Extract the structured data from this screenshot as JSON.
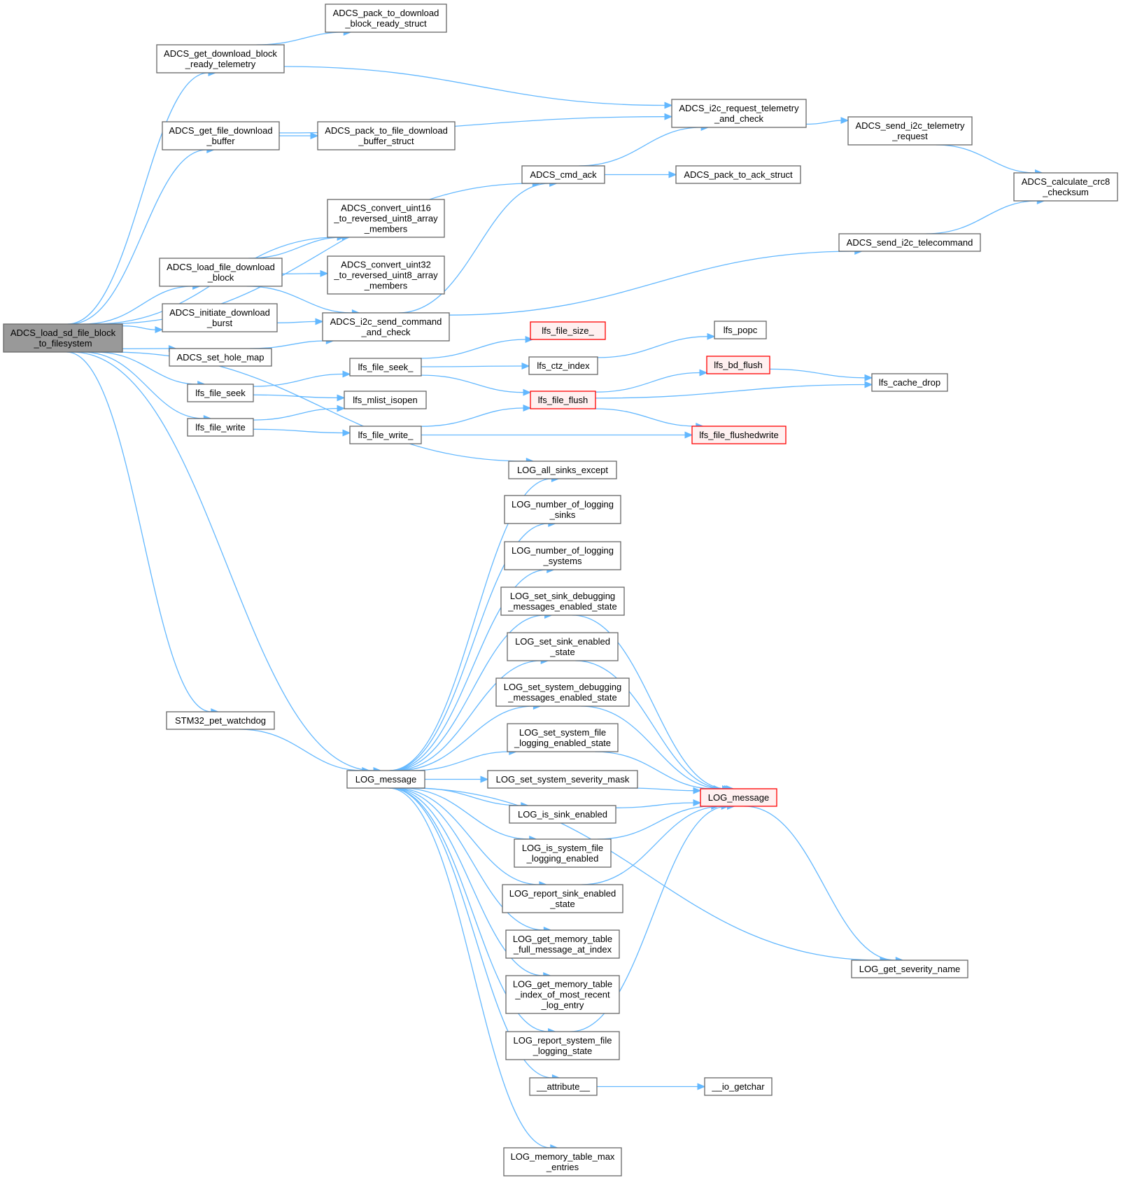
{
  "colors": {
    "edge": "#63b8ff",
    "node_border": "#666666",
    "root_fill": "#999999",
    "truncated_border": "#ff0000",
    "truncated_fill": "#fff0f0"
  },
  "nodes": [
    {
      "id": "root",
      "lines": [
        "ADCS_load_sd_file_block",
        "_to_filesystem"
      ],
      "style": "root"
    },
    {
      "id": "get_dl_block",
      "lines": [
        "ADCS_get_download_block",
        "_ready_telemetry"
      ]
    },
    {
      "id": "pack_dl_block",
      "lines": [
        "ADCS_pack_to_download",
        "_block_ready_struct"
      ]
    },
    {
      "id": "get_file_dl",
      "lines": [
        "ADCS_get_file_download",
        "_buffer"
      ]
    },
    {
      "id": "pack_file_dl",
      "lines": [
        "ADCS_pack_to_file_download",
        "_buffer_struct"
      ]
    },
    {
      "id": "i2c_req_tlm",
      "lines": [
        "ADCS_i2c_request_telemetry",
        "_and_check"
      ]
    },
    {
      "id": "send_i2c_tlm",
      "lines": [
        "ADCS_send_i2c_telemetry",
        "_request"
      ]
    },
    {
      "id": "crc8",
      "lines": [
        "ADCS_calculate_crc8",
        "_checksum"
      ]
    },
    {
      "id": "cmd_ack",
      "lines": [
        "ADCS_cmd_ack"
      ]
    },
    {
      "id": "pack_ack",
      "lines": [
        "ADCS_pack_to_ack_struct"
      ]
    },
    {
      "id": "conv16",
      "lines": [
        "ADCS_convert_uint16",
        "_to_reversed_uint8_array",
        "_members"
      ]
    },
    {
      "id": "conv32",
      "lines": [
        "ADCS_convert_uint32",
        "_to_reversed_uint8_array",
        "_members"
      ]
    },
    {
      "id": "load_file_dl",
      "lines": [
        "ADCS_load_file_download",
        "_block"
      ]
    },
    {
      "id": "send_telecmd",
      "lines": [
        "ADCS_send_i2c_telecommand"
      ]
    },
    {
      "id": "init_dl",
      "lines": [
        "ADCS_initiate_download",
        "_burst"
      ]
    },
    {
      "id": "i2c_send_cmd",
      "lines": [
        "ADCS_i2c_send_command",
        "_and_check"
      ]
    },
    {
      "id": "set_hole",
      "lines": [
        "ADCS_set_hole_map"
      ]
    },
    {
      "id": "lfs_size",
      "lines": [
        "lfs_file_size_"
      ],
      "style": "trunc"
    },
    {
      "id": "lfs_popc",
      "lines": [
        "lfs_popc"
      ]
    },
    {
      "id": "lfs_seek_",
      "lines": [
        "lfs_file_seek_"
      ]
    },
    {
      "id": "lfs_ctz",
      "lines": [
        "lfs_ctz_index"
      ]
    },
    {
      "id": "lfs_bd_flush",
      "lines": [
        "lfs_bd_flush"
      ],
      "style": "trunc"
    },
    {
      "id": "lfs_cache_drop",
      "lines": [
        "lfs_cache_drop"
      ]
    },
    {
      "id": "lfs_seek",
      "lines": [
        "lfs_file_seek"
      ]
    },
    {
      "id": "lfs_isopen",
      "lines": [
        "lfs_mlist_isopen"
      ]
    },
    {
      "id": "lfs_flush",
      "lines": [
        "lfs_file_flush"
      ],
      "style": "trunc"
    },
    {
      "id": "lfs_write",
      "lines": [
        "lfs_file_write"
      ]
    },
    {
      "id": "lfs_write_",
      "lines": [
        "lfs_file_write_"
      ]
    },
    {
      "id": "lfs_flushedwrite",
      "lines": [
        "lfs_file_flushedwrite"
      ],
      "style": "trunc"
    },
    {
      "id": "log_all_except",
      "lines": [
        "LOG_all_sinks_except"
      ]
    },
    {
      "id": "log_num_sinks",
      "lines": [
        "LOG_number_of_logging",
        "_sinks"
      ]
    },
    {
      "id": "log_num_systems",
      "lines": [
        "LOG_number_of_logging",
        "_systems"
      ]
    },
    {
      "id": "log_set_sink_dbg",
      "lines": [
        "LOG_set_sink_debugging",
        "_messages_enabled_state"
      ]
    },
    {
      "id": "log_set_sink_en",
      "lines": [
        "LOG_set_sink_enabled",
        "_state"
      ]
    },
    {
      "id": "log_set_sys_dbg",
      "lines": [
        "LOG_set_system_debugging",
        "_messages_enabled_state"
      ]
    },
    {
      "id": "log_set_sys_file",
      "lines": [
        "LOG_set_system_file",
        "_logging_enabled_state"
      ]
    },
    {
      "id": "stm32_wd",
      "lines": [
        "STM32_pet_watchdog"
      ]
    },
    {
      "id": "log_msg_a",
      "lines": [
        "LOG_message"
      ]
    },
    {
      "id": "log_set_sev",
      "lines": [
        "LOG_set_system_severity_mask"
      ]
    },
    {
      "id": "log_msg_b",
      "lines": [
        "LOG_message"
      ],
      "style": "trunc"
    },
    {
      "id": "log_is_sink",
      "lines": [
        "LOG_is_sink_enabled"
      ]
    },
    {
      "id": "log_is_sys_file",
      "lines": [
        "LOG_is_system_file",
        "_logging_enabled"
      ]
    },
    {
      "id": "log_rep_sink",
      "lines": [
        "LOG_report_sink_enabled",
        "_state"
      ]
    },
    {
      "id": "log_sev_name",
      "lines": [
        "LOG_get_severity_name"
      ]
    },
    {
      "id": "log_mem_full",
      "lines": [
        "LOG_get_memory_table",
        "_full_message_at_index"
      ]
    },
    {
      "id": "log_mem_idx",
      "lines": [
        "LOG_get_memory_table",
        "_index_of_most_recent",
        "_log_entry"
      ]
    },
    {
      "id": "log_rep_sys_file",
      "lines": [
        "LOG_report_system_file",
        "_logging_state"
      ]
    },
    {
      "id": "attr",
      "lines": [
        "__attribute__"
      ]
    },
    {
      "id": "io_getchar",
      "lines": [
        "__io_getchar"
      ]
    },
    {
      "id": "log_mem_max",
      "lines": [
        "LOG_memory_table_max",
        "_entries"
      ]
    }
  ],
  "edges": [
    {
      "from": "root",
      "to": "get_dl_block"
    },
    {
      "from": "root",
      "to": "get_file_dl"
    },
    {
      "from": "root",
      "to": "cmd_ack"
    },
    {
      "from": "root",
      "to": "conv16"
    },
    {
      "from": "root",
      "to": "load_file_dl"
    },
    {
      "from": "root",
      "to": "init_dl"
    },
    {
      "from": "root",
      "to": "set_hole"
    },
    {
      "from": "root",
      "to": "lfs_seek"
    },
    {
      "from": "root",
      "to": "lfs_write"
    },
    {
      "from": "root",
      "to": "log_all_except"
    },
    {
      "from": "root",
      "to": "log_msg_a"
    },
    {
      "from": "root",
      "to": "stm32_wd"
    },
    {
      "from": "get_dl_block",
      "to": "pack_dl_block"
    },
    {
      "from": "get_dl_block",
      "to": "i2c_req_tlm"
    },
    {
      "from": "get_file_dl",
      "to": "i2c_req_tlm"
    },
    {
      "from": "get_file_dl",
      "to": "pack_file_dl"
    },
    {
      "from": "i2c_req_tlm",
      "to": "send_i2c_tlm"
    },
    {
      "from": "send_i2c_tlm",
      "to": "crc8"
    },
    {
      "from": "cmd_ack",
      "to": "i2c_req_tlm"
    },
    {
      "from": "cmd_ack",
      "to": "pack_ack"
    },
    {
      "from": "send_telecmd",
      "to": "crc8"
    },
    {
      "from": "load_file_dl",
      "to": "conv16"
    },
    {
      "from": "load_file_dl",
      "to": "conv32"
    },
    {
      "from": "load_file_dl",
      "to": "i2c_send_cmd"
    },
    {
      "from": "init_dl",
      "to": "i2c_send_cmd"
    },
    {
      "from": "set_hole",
      "to": "i2c_send_cmd"
    },
    {
      "from": "i2c_send_cmd",
      "to": "cmd_ack"
    },
    {
      "from": "i2c_send_cmd",
      "to": "send_telecmd"
    },
    {
      "from": "lfs_seek",
      "to": "lfs_seek_"
    },
    {
      "from": "lfs_seek",
      "to": "lfs_isopen"
    },
    {
      "from": "lfs_seek_",
      "to": "lfs_size"
    },
    {
      "from": "lfs_seek_",
      "to": "lfs_ctz"
    },
    {
      "from": "lfs_seek_",
      "to": "lfs_flush"
    },
    {
      "from": "lfs_ctz",
      "to": "lfs_popc"
    },
    {
      "from": "lfs_flush",
      "to": "lfs_bd_flush"
    },
    {
      "from": "lfs_flush",
      "to": "lfs_cache_drop"
    },
    {
      "from": "lfs_flush",
      "to": "lfs_flushedwrite"
    },
    {
      "from": "lfs_bd_flush",
      "to": "lfs_cache_drop"
    },
    {
      "from": "lfs_write",
      "to": "lfs_isopen"
    },
    {
      "from": "lfs_write",
      "to": "lfs_write_"
    },
    {
      "from": "lfs_write_",
      "to": "lfs_flush"
    },
    {
      "from": "lfs_write_",
      "to": "lfs_flushedwrite"
    },
    {
      "from": "stm32_wd",
      "to": "log_msg_a"
    },
    {
      "from": "log_msg_a",
      "to": "log_all_except"
    },
    {
      "from": "log_msg_a",
      "to": "log_num_sinks"
    },
    {
      "from": "log_msg_a",
      "to": "log_num_systems"
    },
    {
      "from": "log_msg_a",
      "to": "log_set_sink_dbg"
    },
    {
      "from": "log_msg_a",
      "to": "log_set_sink_en"
    },
    {
      "from": "log_msg_a",
      "to": "log_set_sys_dbg"
    },
    {
      "from": "log_msg_a",
      "to": "log_set_sys_file"
    },
    {
      "from": "log_msg_a",
      "to": "log_set_sev"
    },
    {
      "from": "log_msg_a",
      "to": "log_is_sink"
    },
    {
      "from": "log_msg_a",
      "to": "log_is_sys_file"
    },
    {
      "from": "log_msg_a",
      "to": "log_rep_sink"
    },
    {
      "from": "log_msg_a",
      "to": "log_mem_full"
    },
    {
      "from": "log_msg_a",
      "to": "log_mem_idx"
    },
    {
      "from": "log_msg_a",
      "to": "log_rep_sys_file"
    },
    {
      "from": "log_msg_a",
      "to": "attr"
    },
    {
      "from": "log_msg_a",
      "to": "log_sev_name"
    },
    {
      "from": "log_msg_a",
      "to": "log_mem_max"
    },
    {
      "from": "log_set_sink_dbg",
      "to": "log_msg_b"
    },
    {
      "from": "log_set_sink_en",
      "to": "log_msg_b"
    },
    {
      "from": "log_set_sys_dbg",
      "to": "log_msg_b"
    },
    {
      "from": "log_set_sys_file",
      "to": "log_msg_b"
    },
    {
      "from": "log_set_sev",
      "to": "log_msg_b"
    },
    {
      "from": "log_is_sink",
      "to": "log_msg_b"
    },
    {
      "from": "log_is_sys_file",
      "to": "log_msg_b"
    },
    {
      "from": "log_rep_sink",
      "to": "log_msg_b"
    },
    {
      "from": "log_rep_sys_file",
      "to": "log_msg_b"
    },
    {
      "from": "log_msg_b",
      "to": "log_sev_name"
    },
    {
      "from": "attr",
      "to": "io_getchar"
    }
  ]
}
